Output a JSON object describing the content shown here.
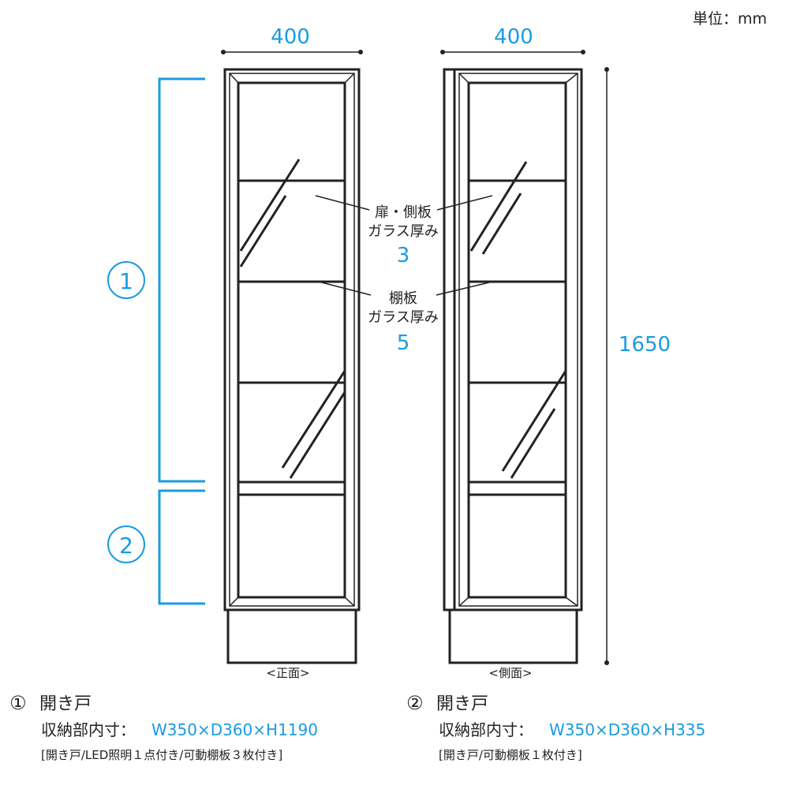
{
  "unit_label": "単位：mm",
  "dimensions": {
    "front_width": "400",
    "side_width": "400",
    "height": "1650"
  },
  "view_labels": {
    "front": "<正面>",
    "side": "<側面>"
  },
  "callouts": {
    "door_glass": {
      "line1": "扉・側板",
      "line2": "ガラス厚み",
      "value": "3"
    },
    "shelf_glass": {
      "line1": "棚板",
      "line2": "ガラス厚み",
      "value": "5"
    }
  },
  "sections": [
    {
      "marker": "①",
      "title": "開き戸",
      "spec_label": "収納部内寸：",
      "spec_value": "W350×D360×H1190",
      "note": "[開き戸/LED照明１点付き/可動棚板３枚付き]"
    },
    {
      "marker": "②",
      "title": "開き戸",
      "spec_label": "収納部内寸：",
      "spec_value": "W350×D360×H335",
      "note": "[開き戸/可動棚板１枚付き]"
    }
  ],
  "colors": {
    "accent": "#1a9be0",
    "line": "#222222"
  }
}
